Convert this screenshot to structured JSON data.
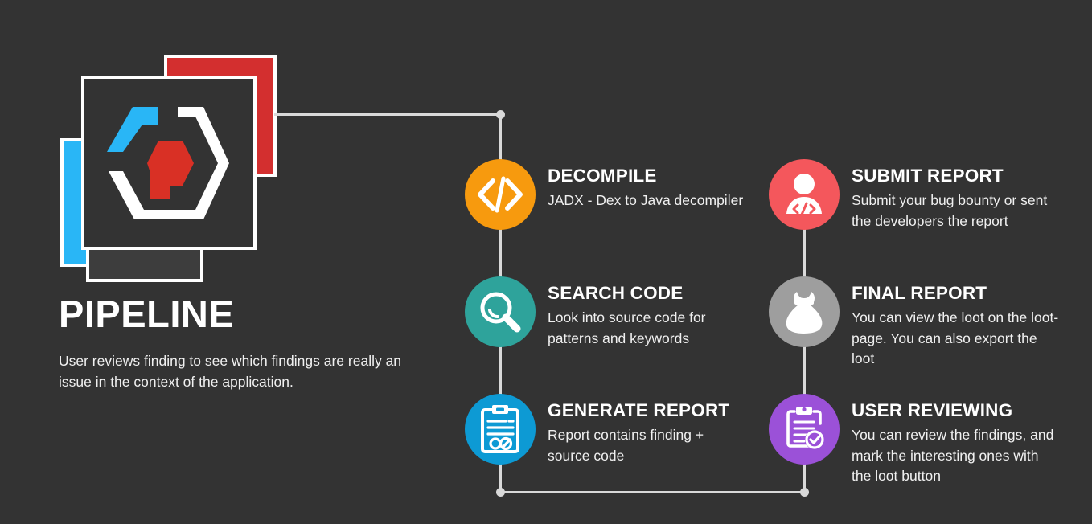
{
  "brand": {
    "title": "PIPELINE",
    "description": "User reviews finding to see which findings are really an issue in the context of the application.",
    "logo_icon": "hexagon-code-logo",
    "colors": {
      "background": "#333333",
      "card_blue": "#29b6f6",
      "card_red": "#d32f2f",
      "card_bottom": "#3d3d3d",
      "connector": "#d9d9d9",
      "text": "#ffffff"
    }
  },
  "steps": {
    "left_column": [
      {
        "title": "DECOMPILE",
        "description": "JADX - Dex to Java decompiler",
        "icon": "code-brackets-icon",
        "color": "#f79a0e"
      },
      {
        "title": "SEARCH CODE",
        "description": "Look into source code for patterns and keywords",
        "icon": "magnifying-glass-icon",
        "color": "#2ea39b"
      },
      {
        "title": "GENERATE REPORT",
        "description": "Report contains finding + source code",
        "icon": "clipboard-code-icon",
        "color": "#0d9ad4"
      }
    ],
    "right_column": [
      {
        "title": "SUBMIT REPORT",
        "description": "Submit your bug bounty or sent the developers the report",
        "icon": "user-developer-icon",
        "color": "#f4575c"
      },
      {
        "title": "FINAL REPORT",
        "description": "You can view the loot on the loot-page. You can also export the loot",
        "icon": "money-bag-icon",
        "color": "#9e9e9e"
      },
      {
        "title": "USER REVIEWING",
        "description": "You can review the findings, and mark the interesting ones with the loot button",
        "icon": "clipboard-check-icon",
        "color": "#9b51d8"
      }
    ]
  }
}
